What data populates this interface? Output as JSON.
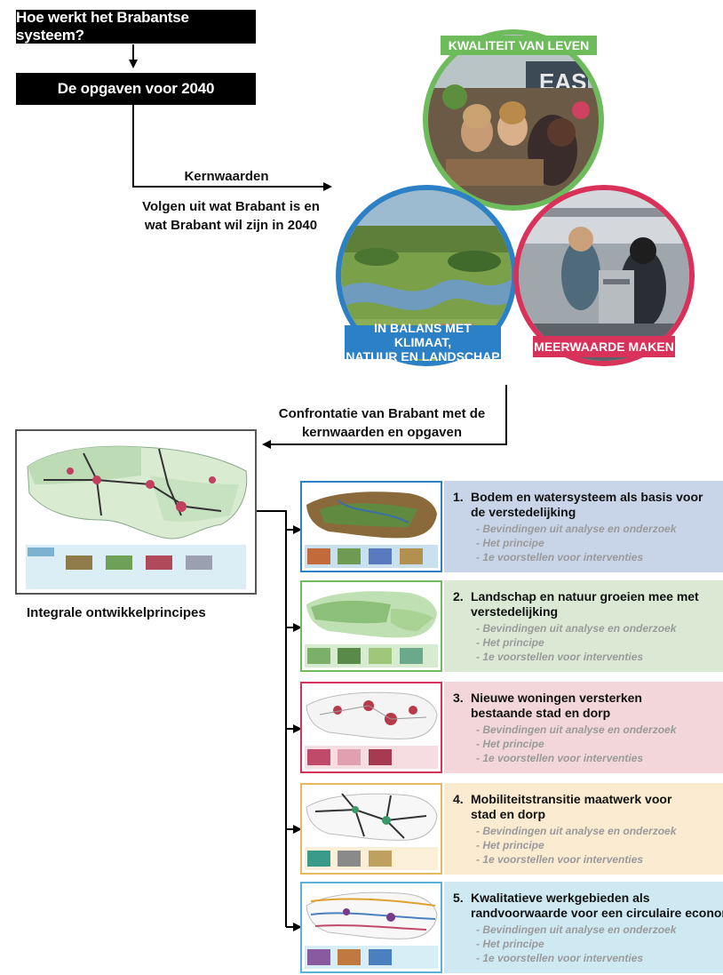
{
  "top": {
    "box1": "Hoe werkt het Brabantse systeem?",
    "box2": "De opgaven voor 2040",
    "kernwaarden_title": "Kernwaarden",
    "kernwaarden_line1": "Volgen uit wat Brabant is en",
    "kernwaarden_line2": "wat Brabant wil zijn in 2040"
  },
  "circles": {
    "kwaliteit": "KWALITEIT VAN LEVEN",
    "balans_line1": "IN BALANS MET KLIMAAT,",
    "balans_line2": "NATUUR EN LANDSCHAP",
    "meerwaarde": "MEERWAARDE MAKEN",
    "photo_sign": "EAS"
  },
  "confrontatie": {
    "line1": "Confrontatie van Brabant met de",
    "line2": "kernwaarden en opgaven"
  },
  "integrale": {
    "label": "Integrale ontwikkelprincipes"
  },
  "colors": {
    "green": "#6dbb5b",
    "blue": "#2c80c5",
    "red": "#d8325a",
    "panel1": "#c8d5e8",
    "panel2": "#dbe8d3",
    "panel3": "#f2d6d9",
    "panel4": "#faebd1",
    "panel5": "#cfe9f3"
  },
  "panels": [
    {
      "num": "1.",
      "title_line1": "Bodem en watersysteem als basis voor",
      "title_line2": "de verstedelijking",
      "sub1": "- Bevindingen uit analyse en onderzoek",
      "sub2": "- Het principe",
      "sub3": "- 1e voorstellen voor interventies"
    },
    {
      "num": "2.",
      "title_line1": "Landschap en natuur groeien mee met",
      "title_line2": "verstedelijking",
      "sub1": "- Bevindingen uit analyse en onderzoek",
      "sub2": "- Het principe",
      "sub3": "- 1e voorstellen voor interventies"
    },
    {
      "num": "3.",
      "title_line1": "Nieuwe woningen versterken",
      "title_line2": "bestaande stad en dorp",
      "sub1": "- Bevindingen uit analyse en onderzoek",
      "sub2": "- Het principe",
      "sub3": "- 1e voorstellen voor interventies"
    },
    {
      "num": "4.",
      "title_line1": "Mobiliteitstransitie maatwerk voor",
      "title_line2": "stad en dorp",
      "sub1": "- Bevindingen uit analyse en onderzoek",
      "sub2": "- Het principe",
      "sub3": "- 1e voorstellen voor interventies"
    },
    {
      "num": "5.",
      "title_line1": "Kwalitatieve werkgebieden als",
      "title_line2": "randvoorwaarde voor een circulaire economie",
      "sub1": "- Bevindingen uit analyse en onderzoek",
      "sub2": "- Het principe",
      "sub3": "- 1e voorstellen voor interventies"
    }
  ]
}
